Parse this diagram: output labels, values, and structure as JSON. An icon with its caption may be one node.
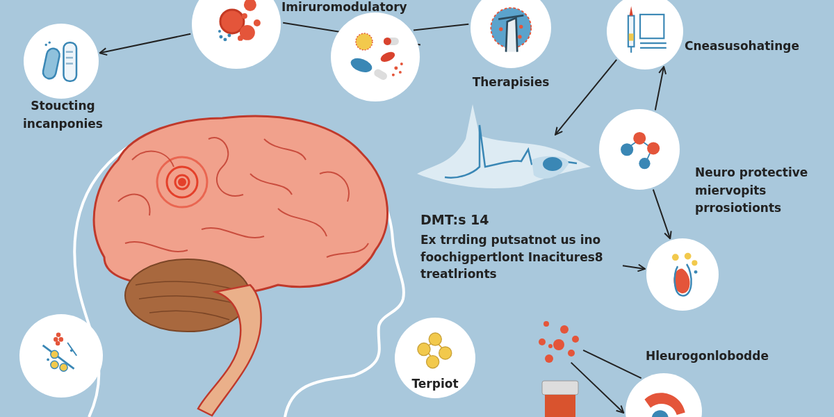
{
  "diagram": {
    "nodes": [
      {
        "text": [
          "Stoucting incanponies"
        ]
      },
      {
        "text": [
          "Imiruromodulatory"
        ]
      },
      {
        "text": [],
        "shape": "circle"
      },
      {
        "text": [
          "Therapisies"
        ]
      },
      {
        "text": [
          "Cneasusohatinge"
        ]
      },
      {
        "text": [],
        "shape": "picture"
      },
      {
        "text": [
          "Neuro protective miervopits prrosiotionts"
        ]
      },
      {
        "text": [
          "DMT:s 14",
          "Ex trrding putsatnot us ino foochigpertlont Inacitures8 treatlrionts"
        ]
      },
      {
        "text": [],
        "shape": "circle"
      },
      {
        "text": [
          "Terpiot"
        ]
      },
      {
        "text": [],
        "shape": "picture"
      },
      {
        "text": [
          "Hleurogonlobodde"
        ]
      },
      {
        "text": [],
        "shape": "circle"
      }
    ],
    "edges": [
      {
        "from": 1,
        "to": 0,
        "arrow": "to"
      },
      {
        "from": 1,
        "to": 2,
        "arrow": "none"
      },
      {
        "from": 2,
        "to": 3,
        "arrow": "none"
      },
      {
        "from": 4,
        "to": 5,
        "arrow": "to"
      },
      {
        "from": 6,
        "to": 4,
        "arrow": "to"
      },
      {
        "from": 6,
        "to": 8,
        "arrow": "to"
      },
      {
        "from": 7,
        "to": 8,
        "arrow": "to"
      },
      {
        "from": 10,
        "to": 11,
        "arrow": "none"
      },
      {
        "from": 10,
        "to": 11,
        "arrow": "to"
      }
    ]
  }
}
